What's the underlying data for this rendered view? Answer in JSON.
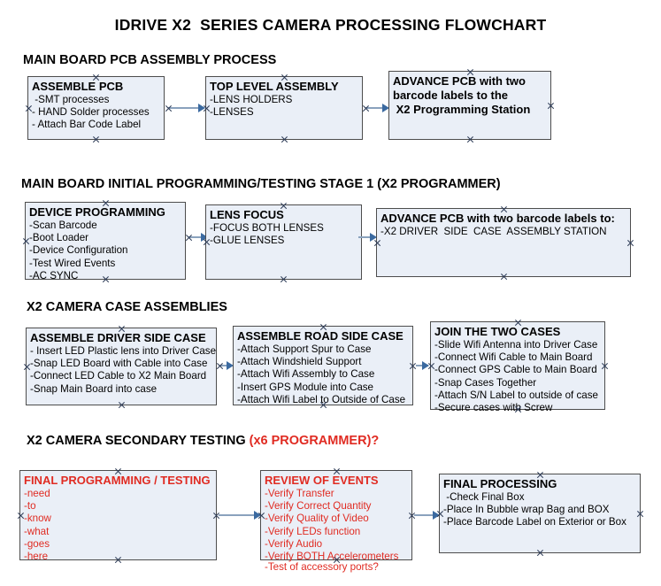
{
  "document": {
    "title": "IDRIVE X2  SERIES CAMERA PROCESSING FLOWCHART",
    "colors": {
      "box_fill": "#eaeff7",
      "box_border": "#4d4d4d",
      "connector": "#8aa2bd",
      "arrow": "#3b6aa0",
      "red_accent": "#e02b22",
      "text": "#000000",
      "background": "#ffffff"
    }
  },
  "sections": [
    {
      "id": "main-board-pcb-assembly",
      "heading": "MAIN BOARD PCB ASSEMBLY PROCESS",
      "heading_red": "",
      "nodes": [
        {
          "id": "assemble-pcb",
          "title": "ASSEMBLE PCB",
          "lines": [
            " -SMT processes",
            "- HAND Solder processes",
            "- Attach Bar Code Label"
          ]
        },
        {
          "id": "top-level-assembly",
          "title": "TOP LEVEL ASSEMBLY",
          "lines": [
            "-LENS HOLDERS",
            "-LENSES"
          ]
        },
        {
          "id": "advance-pcb-to-x2-programming-station",
          "title": "ADVANCE PCB with two",
          "lines": [
            "barcode labels to the",
            " X2 Programming Station"
          ]
        }
      ]
    },
    {
      "id": "main-board-initial-programming",
      "heading": "MAIN BOARD INITIAL PROGRAMMING/TESTING STAGE 1 (X2 PROGRAMMER)",
      "heading_red": "",
      "nodes": [
        {
          "id": "device-programming",
          "title": "DEVICE PROGRAMMING",
          "lines": [
            "-Scan Barcode",
            "-Boot Loader",
            "-Device Configuration",
            "-Test Wired Events",
            "-AC SYNC"
          ]
        },
        {
          "id": "lens-focus",
          "title": "LENS FOCUS",
          "lines": [
            "-FOCUS BOTH LENSES",
            "-GLUE LENSES"
          ]
        },
        {
          "id": "advance-pcb-to-driver-side-case-station",
          "title": "ADVANCE PCB with two barcode labels to:",
          "lines": [
            "-X2 DRIVER  SIDE  CASE  ASSEMBLY STATION"
          ]
        }
      ]
    },
    {
      "id": "x2-camera-case-assemblies",
      "heading": "X2 CAMERA CASE ASSEMBLIES",
      "heading_red": "",
      "nodes": [
        {
          "id": "assemble-driver-side-case",
          "title": "ASSEMBLE DRIVER SIDE CASE",
          "lines": [
            "- Insert LED Plastic lens into Driver Case",
            "-Snap LED Board with Cable into Case",
            "-Connect LED Cable to X2 Main Board",
            "-Snap Main Board into case"
          ]
        },
        {
          "id": "assemble-road-side-case",
          "title": "ASSEMBLE ROAD SIDE CASE",
          "lines": [
            "-Attach Support Spur to Case",
            "-Attach Windshield Support",
            "-Attach Wifi Assembly to Case",
            "-Insert GPS Module into Case",
            "-Attach Wifi Label to Outside of Case"
          ]
        },
        {
          "id": "join-the-two-cases",
          "title": "JOIN THE TWO CASES",
          "lines": [
            "-Slide Wifi Antenna into Driver Case",
            "-Connect Wifi Cable to Main Board",
            "-Connect GPS Cable to Main Board",
            "-Snap Cases Together",
            "-Attach S/N Label to outside of case",
            "-Secure cases with Screw"
          ]
        }
      ]
    },
    {
      "id": "x2-camera-secondary-testing",
      "heading": "X2 CAMERA SECONDARY TESTING ",
      "heading_red": "(x6 PROGRAMMER)?",
      "nodes": [
        {
          "id": "final-programming-testing",
          "title": "FINAL PROGRAMMING / TESTING",
          "lines": [
            "-need",
            "-to",
            "-know",
            "-what",
            "-goes",
            "-here"
          ]
        },
        {
          "id": "review-of-events",
          "title": "REVIEW OF EVENTS",
          "lines": [
            "-Verify Transfer",
            "-Verify Correct Quantity",
            "-Verify Quality of Video",
            "-Verify LEDs function",
            "-Verify Audio",
            "-Verify BOTH Accelerometers"
          ],
          "overflow_line": "-Test of accessory ports?"
        },
        {
          "id": "final-processing",
          "title": "FINAL PROCESSING",
          "lines": [
            " -Check Final Box",
            "-Place In Bubble wrap Bag and BOX",
            "-Place Barcode Label on Exterior or Box"
          ]
        }
      ]
    }
  ]
}
